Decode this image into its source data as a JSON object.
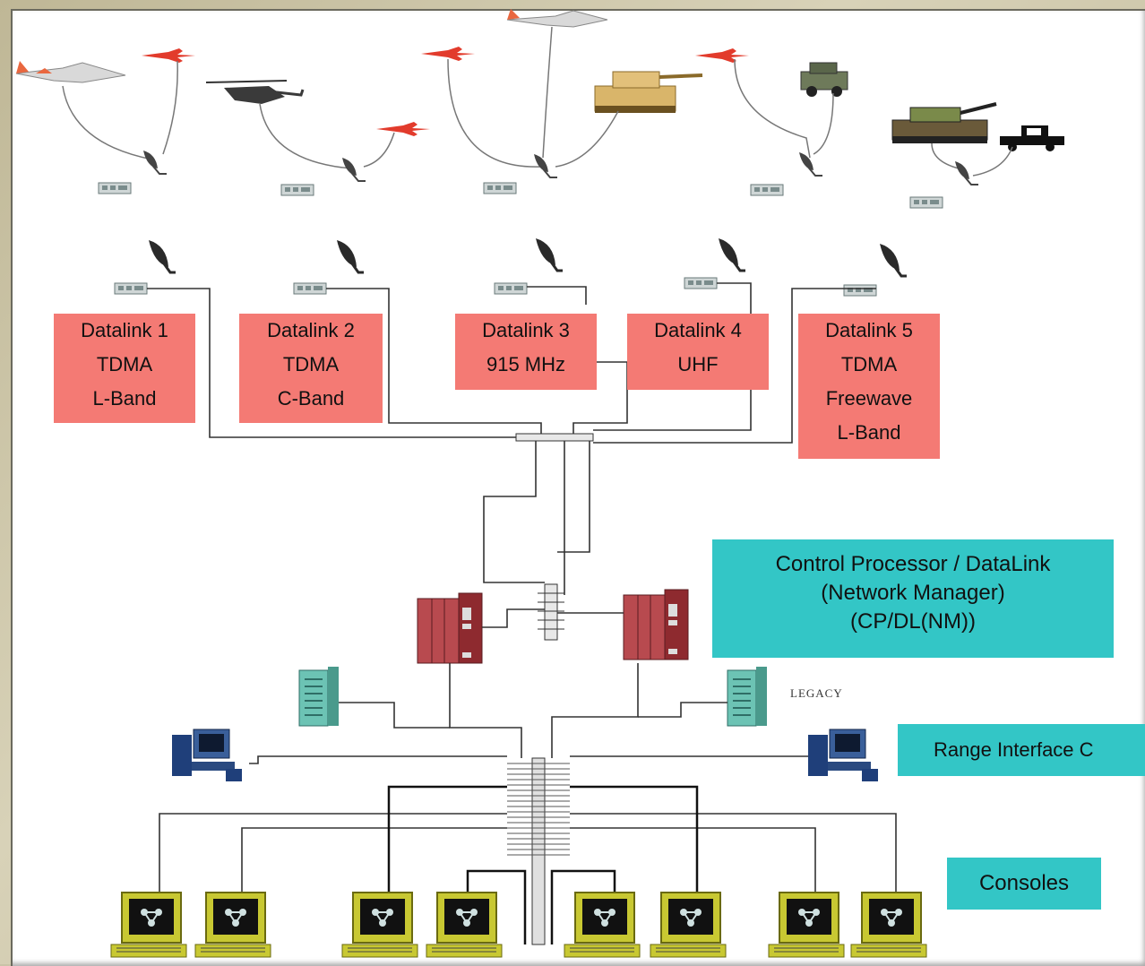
{
  "datalinks": [
    {
      "l1": "Datalink 1",
      "l2": "TDMA",
      "l3": "L-Band",
      "l4": ""
    },
    {
      "l1": "Datalink 2",
      "l2": "TDMA",
      "l3": "C-Band",
      "l4": ""
    },
    {
      "l1": "Datalink 3",
      "l2": "915 MHz",
      "l3": "",
      "l4": ""
    },
    {
      "l1": "Datalink 4",
      "l2": "UHF",
      "l3": "",
      "l4": ""
    },
    {
      "l1": "Datalink 5",
      "l2": "TDMA",
      "l3": "Freewave",
      "l4": "L-Band"
    }
  ],
  "cpdl": {
    "line1": "Control Processor / DataLink",
    "line2": "(Network Manager)",
    "line3": "(CP/DL(NM))"
  },
  "legacy_label": "LEGACY",
  "range_interface": "Range Interface C",
  "consoles": "Consoles",
  "colors": {
    "datalink_box": "#f47a74",
    "info_box": "#33c6c6",
    "processor": "#b84a4f",
    "console": "#c8c832"
  }
}
